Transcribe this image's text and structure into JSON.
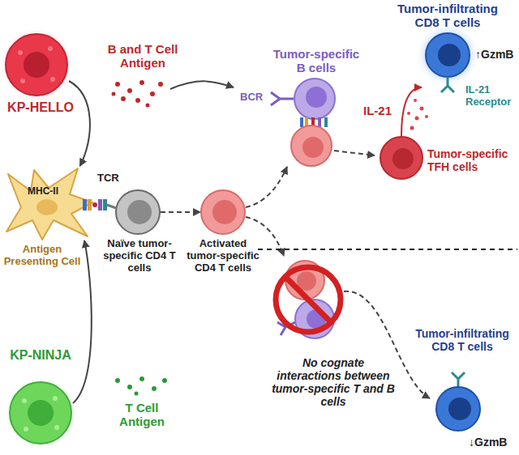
{
  "diagram": {
    "nodes": [
      {
        "text": [
          "KP-HELLO"
        ]
      },
      {
        "text": [
          "Tumor-specific B cells",
          "BCR"
        ]
      },
      {
        "text": [
          "Tumor-infiltrating CD8 T cells",
          "↑GzmB",
          "IL-21 Receptor"
        ]
      },
      {
        "text": [
          "Tumor-specific TFH cells"
        ]
      },
      {
        "text": [
          "MHC-II",
          "Antigen Presenting Cell"
        ]
      },
      {
        "text": [
          "TCR",
          "Naïve tumor-specific CD4 T cells"
        ]
      },
      {
        "text": [
          "Activated tumor-specific CD4 T cells"
        ]
      },
      {
        "text": [
          "KP-NINJA"
        ]
      },
      {
        "text": [
          "Tumor-infiltrating CD8 T cells",
          "↓GzmB"
        ]
      }
    ],
    "edges": [
      {
        "from": 0,
        "to": 4,
        "arrow": "to"
      },
      {
        "from": 7,
        "to": 4,
        "arrow": "to"
      },
      {
        "from": 5,
        "to": 6,
        "arrow": "to"
      },
      {
        "from": 3,
        "to": 2,
        "label": "IL-21",
        "arrow": "to"
      }
    ],
    "labels": [
      "B and T Cell Antigen",
      "T Cell Antigen",
      "No cognate interactions between tumor-specific T and B cells"
    ]
  }
}
